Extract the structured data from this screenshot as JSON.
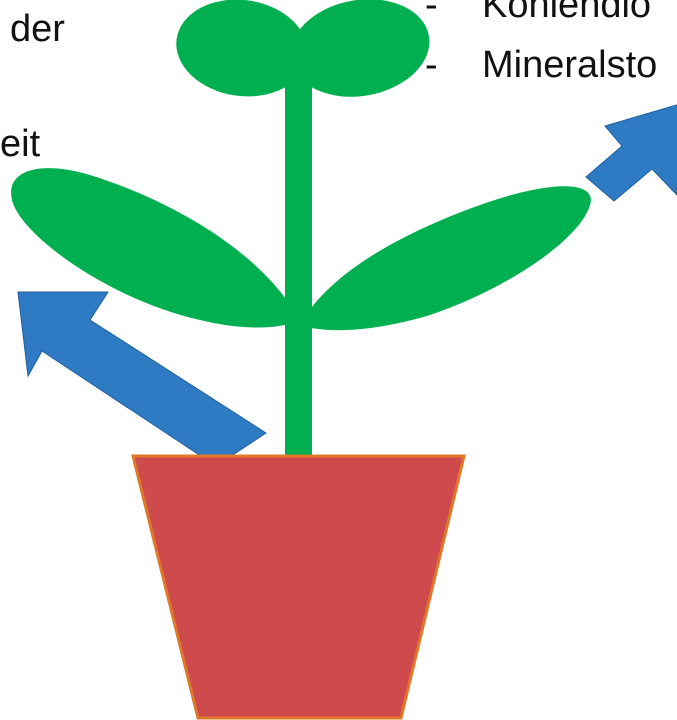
{
  "left_labels": {
    "line1": "der",
    "line2": "eit"
  },
  "right_list": {
    "bullet": "-",
    "items": [
      "Kohlendio",
      "Mineralsto"
    ]
  },
  "colors": {
    "leaf": "#00b050",
    "stem": "#00b050",
    "arrow": "#2e7bc4",
    "pot_fill": "#cf4a4c",
    "pot_border": "#e0782a"
  }
}
